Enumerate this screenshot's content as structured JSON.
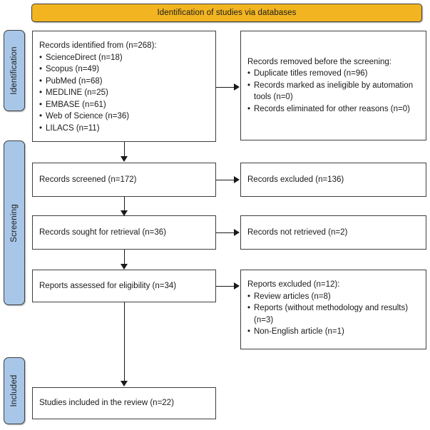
{
  "banner": {
    "title": "Identification of studies via databases"
  },
  "stages": [
    {
      "id": "identification",
      "label": "Identification"
    },
    {
      "id": "screening",
      "label": "Screening"
    },
    {
      "id": "included",
      "label": "Included"
    }
  ],
  "colors": {
    "banner_fill": "#f2b521",
    "stage_fill": "#a8c7e8",
    "box_border": "#3f3f3f",
    "box_fill": "#ffffff",
    "text": "#1a1a1a",
    "connector": "#1a1a1a"
  },
  "nodes": {
    "identified": {
      "headline": "Records identified from (n=268):",
      "items": [
        "ScienceDirect (n=18)",
        "Scopus (n=49)",
        "PubMed (n=68)",
        "MEDLINE (n=25)",
        "EMBASE (n=61)",
        "Web of Science (n=36)",
        "LILACS (n=11)"
      ]
    },
    "removed": {
      "headline": "Records removed before the screening:",
      "items": [
        "Duplicate titles removed (n=96)",
        "Records marked as ineligible by automation tools (n=0)",
        "Records eliminated for other reasons (n=0)"
      ]
    },
    "screened": {
      "headline": "Records screened (n=172)"
    },
    "excluded": {
      "headline": "Records excluded (n=136)"
    },
    "sought": {
      "headline": "Records sought for retrieval (n=36)"
    },
    "not_retrieved": {
      "headline": "Records not retrieved (n=2)"
    },
    "assessed": {
      "headline": "Reports assessed for eligibility (n=34)"
    },
    "reports_excluded": {
      "headline": "Reports excluded (n=12):",
      "items": [
        "Review articles (n=8)",
        "Reports (without methodology and results) (n=3)",
        "Non-English article (n=1)"
      ]
    },
    "included": {
      "headline": "Studies included in the review (n=22)"
    }
  },
  "bullet": "•",
  "connectors": [
    {
      "id": "identified-to-removed",
      "direction": "right"
    },
    {
      "id": "identified-to-screened",
      "direction": "down"
    },
    {
      "id": "screened-to-excluded",
      "direction": "right"
    },
    {
      "id": "screened-to-sought",
      "direction": "down"
    },
    {
      "id": "sought-to-not-retrieved",
      "direction": "right"
    },
    {
      "id": "sought-to-assessed",
      "direction": "down"
    },
    {
      "id": "assessed-to-reports-excluded",
      "direction": "right"
    },
    {
      "id": "assessed-to-included",
      "direction": "down"
    }
  ]
}
